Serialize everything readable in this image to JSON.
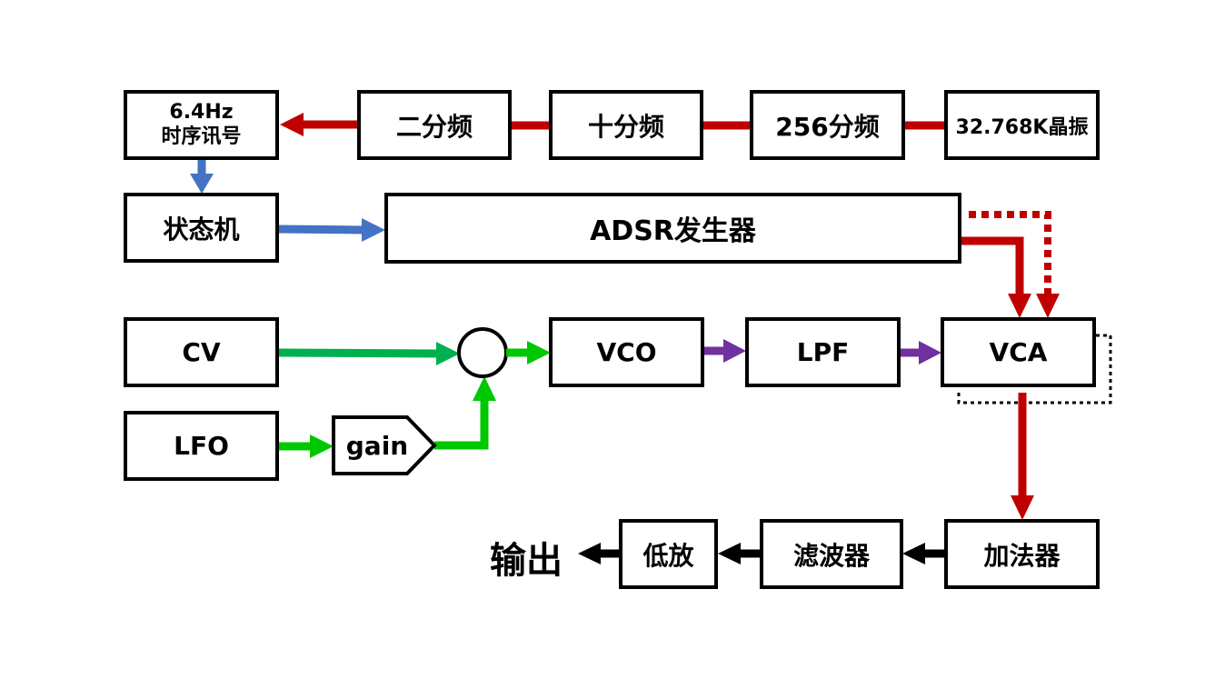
{
  "diagram": {
    "type": "block-diagram",
    "colors": {
      "clock_path": "#c00000",
      "control_path": "#4472c4",
      "cv_path": "#00b050",
      "lfo_path": "#00c800",
      "audio_path": "#7030a0",
      "envelope_path": "#c00000",
      "output_path": "#000000",
      "box_border": "#000000"
    },
    "blocks": {
      "timing": {
        "line1": "6.4Hz",
        "line2": "时序讯号"
      },
      "div2": {
        "label": "二分频"
      },
      "div10": {
        "label": "十分频"
      },
      "div256": {
        "label": "256分频"
      },
      "crystal": {
        "label": "32.768K晶振"
      },
      "fsm": {
        "label": "状态机"
      },
      "adsr": {
        "label": "ADSR发生器"
      },
      "cv": {
        "label": "CV"
      },
      "lfo": {
        "label": "LFO"
      },
      "gain": {
        "label": "gain"
      },
      "summer": {
        "label": ""
      },
      "vco": {
        "label": "VCO"
      },
      "lpf": {
        "label": "LPF"
      },
      "vca": {
        "label": "VCA"
      },
      "adder": {
        "label": "加法器"
      },
      "filter": {
        "label": "滤波器"
      },
      "amp": {
        "label": "低放"
      },
      "output": {
        "label": "输出"
      }
    },
    "connections": [
      {
        "from": "32.768K晶振",
        "to": "256分频",
        "style": "solid",
        "color": "clock_path"
      },
      {
        "from": "256分频",
        "to": "十分频",
        "style": "solid",
        "color": "clock_path"
      },
      {
        "from": "十分频",
        "to": "二分频",
        "style": "solid",
        "color": "clock_path"
      },
      {
        "from": "二分频",
        "to": "6.4Hz 时序讯号",
        "style": "arrow",
        "color": "clock_path"
      },
      {
        "from": "6.4Hz 时序讯号",
        "to": "状态机",
        "style": "arrow",
        "color": "control_path"
      },
      {
        "from": "状态机",
        "to": "ADSR发生器",
        "style": "arrow",
        "color": "control_path"
      },
      {
        "from": "ADSR发生器",
        "to": "VCA",
        "style": "arrow",
        "color": "envelope_path"
      },
      {
        "from": "ADSR发生器",
        "to": "VCA",
        "style": "dotted-arrow",
        "color": "envelope_path"
      },
      {
        "from": "CV",
        "to": "summer",
        "style": "arrow",
        "color": "cv_path"
      },
      {
        "from": "LFO",
        "to": "gain",
        "style": "arrow",
        "color": "lfo_path"
      },
      {
        "from": "gain",
        "to": "summer",
        "style": "arrow",
        "color": "lfo_path"
      },
      {
        "from": "summer",
        "to": "VCO",
        "style": "arrow",
        "color": "lfo_path"
      },
      {
        "from": "VCO",
        "to": "LPF",
        "style": "arrow",
        "color": "audio_path"
      },
      {
        "from": "LPF",
        "to": "VCA",
        "style": "arrow",
        "color": "audio_path"
      },
      {
        "from": "VCA",
        "to": "加法器",
        "style": "arrow",
        "color": "envelope_path"
      },
      {
        "from": "加法器",
        "to": "滤波器",
        "style": "arrow",
        "color": "output_path"
      },
      {
        "from": "滤波器",
        "to": "低放",
        "style": "arrow",
        "color": "output_path"
      },
      {
        "from": "低放",
        "to": "输出",
        "style": "arrow",
        "color": "output_path"
      }
    ]
  }
}
